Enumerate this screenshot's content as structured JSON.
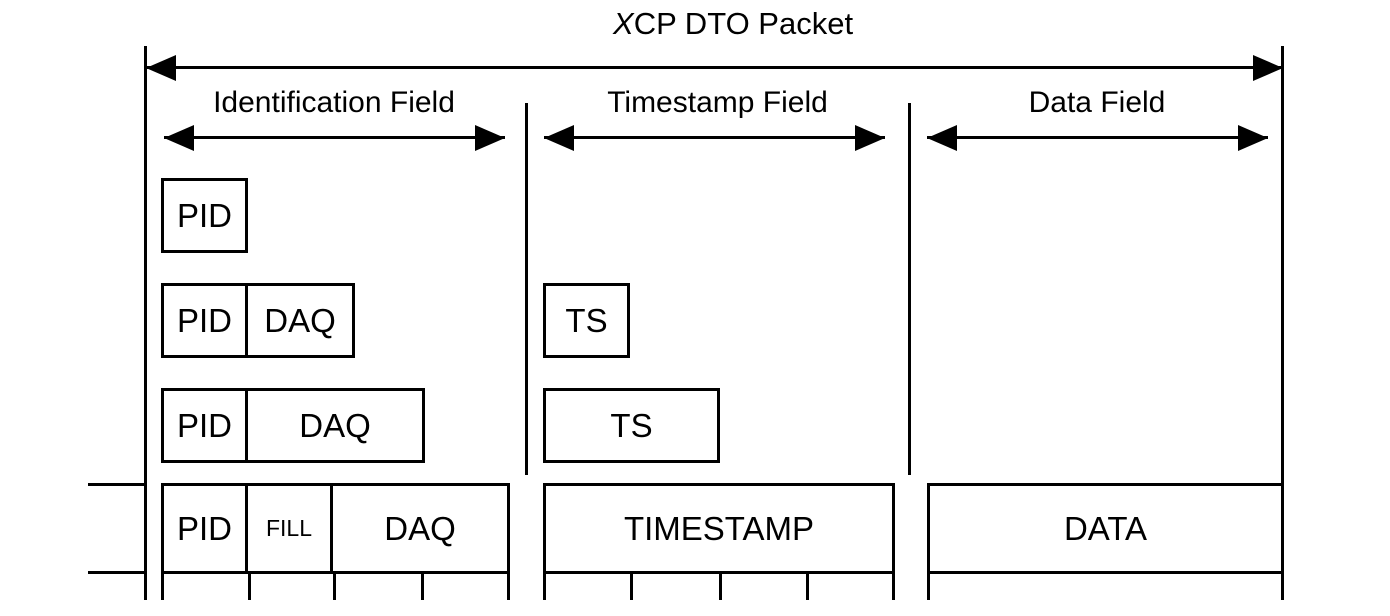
{
  "diagram": {
    "title_prefix": "X",
    "title_rest": "CP DTO Packet",
    "title_full": "XCP DTO Packet",
    "fields": [
      {
        "label": "Identification Field",
        "arrow": "double"
      },
      {
        "label": "Timestamp Field",
        "arrow": "double"
      },
      {
        "label": "Data Field",
        "arrow": "double"
      }
    ],
    "rows": [
      {
        "id": "row-1",
        "identification": [
          {
            "label": "PID"
          }
        ],
        "timestamp": [],
        "data": []
      },
      {
        "id": "row-2",
        "identification": [
          {
            "label": "PID"
          },
          {
            "label": "DAQ"
          }
        ],
        "timestamp": [
          {
            "label": "TS"
          }
        ],
        "data": []
      },
      {
        "id": "row-3",
        "identification": [
          {
            "label": "PID"
          },
          {
            "label": "DAQ"
          }
        ],
        "timestamp": [
          {
            "label": "TS"
          }
        ],
        "data": []
      },
      {
        "id": "row-4",
        "identification": [
          {
            "label": "PID"
          },
          {
            "label": "FILL",
            "size": "small"
          },
          {
            "label": "DAQ"
          }
        ],
        "timestamp": [
          {
            "label": "TIMESTAMP"
          }
        ],
        "data": [
          {
            "label": "DATA"
          }
        ]
      }
    ],
    "colors": {
      "stroke": "#000000",
      "background": "#ffffff",
      "text": "#000000"
    }
  }
}
